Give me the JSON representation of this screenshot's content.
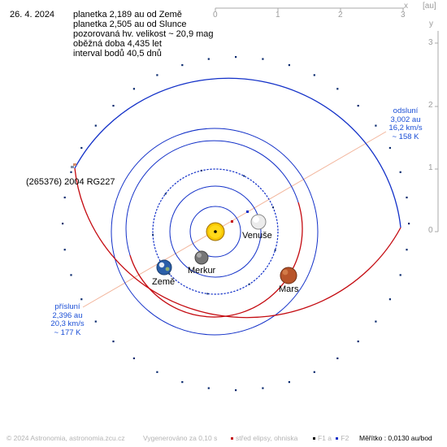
{
  "date": "26. 4. 2024",
  "info_lines": [
    "planetka 2,189 au od Země",
    "planetka 2,505 au od Slunce",
    "pozorovaná hv. velikost ~ 20,9 mag",
    "oběžná doba 4,435 let",
    "interval bodů 40,5 dnů"
  ],
  "asteroid_label": "(265376) 2004 RG227",
  "bodies": {
    "venus": "Venuše",
    "mercury": "Merkur",
    "earth": "Země",
    "mars": "Mars"
  },
  "aphelion_lines": [
    "odsluní",
    "3,002 au",
    "16,2 km/s",
    "~ 158 K"
  ],
  "perihelion_lines": [
    "přísluní",
    "2,396 au",
    "20,3 km/s",
    "~ 177 K"
  ],
  "scale": {
    "unit_label": "[au]",
    "x_label": "x",
    "y_label": "y",
    "x_ticks": [
      "0",
      "1",
      "2",
      "3"
    ],
    "y_ticks": [
      "3",
      "2",
      "1",
      "0"
    ]
  },
  "footer": {
    "copyright": "© 2024 Astronomia, astronomia.zcu.cz",
    "generated": "Vygenerováno za 0,10 s",
    "legend_center": "střed elipsy, ohniska",
    "legend_f1": "F1",
    "legend_a": "a",
    "legend_f2": "F2",
    "scale_label": "Měřítko : 0,0130 au/bod"
  },
  "colors": {
    "blue_orbit": "#1230c8",
    "red_orbit": "#c40a10",
    "grid": "#a0a0a0",
    "note_blue": "#1b4fd6"
  }
}
